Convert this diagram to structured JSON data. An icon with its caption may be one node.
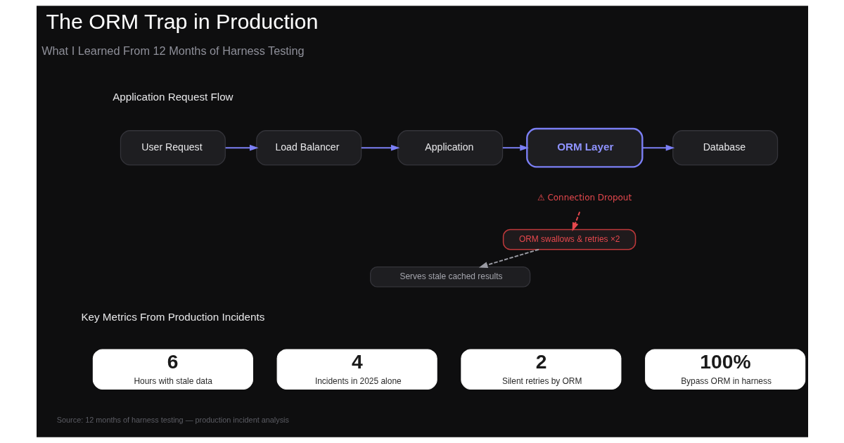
{
  "diagram": {
    "title": "The ORM Trap in Production",
    "caption": "Source: 12 months of harness testing — production incident analysis",
    "nodes": [
      {
        "text": [
          "User Request"
        ]
      },
      {
        "text": [
          "Load Balancer"
        ]
      },
      {
        "text": [
          "Application"
        ]
      },
      {
        "text": [
          "ORM Layer"
        ]
      },
      {
        "text": [
          "Database"
        ]
      },
      {
        "text": [
          "⚠ Connection Dropout"
        ]
      },
      {
        "text": [
          "ORM swallows & retries ×2"
        ]
      },
      {
        "text": [
          "Serves stale cached results"
        ]
      },
      {
        "text": [
          "6",
          "Hours with stale data"
        ]
      },
      {
        "text": [
          "4",
          "Incidents in 2025 alone"
        ]
      },
      {
        "text": [
          "2",
          "Silent retries by ORM"
        ]
      },
      {
        "text": [
          "100%",
          "Bypass ORM in harness"
        ]
      }
    ],
    "edges": [
      {
        "from": 0,
        "to": 1,
        "arrow": "to"
      },
      {
        "from": 1,
        "to": 2,
        "arrow": "to"
      },
      {
        "from": 2,
        "to": 3,
        "arrow": "to"
      },
      {
        "from": 3,
        "to": 4,
        "arrow": "to"
      },
      {
        "from": 5,
        "to": 6,
        "arrow": "to",
        "style": "dashed",
        "color": "#e5484d"
      },
      {
        "from": 6,
        "to": 7,
        "arrow": "to",
        "style": "dashed",
        "color": "#9a9ba3"
      }
    ],
    "labels": [
      "What I Learned From 12 Months of Harness Testing",
      "Application Request Flow",
      "Key Metrics From Production Incidents"
    ]
  }
}
